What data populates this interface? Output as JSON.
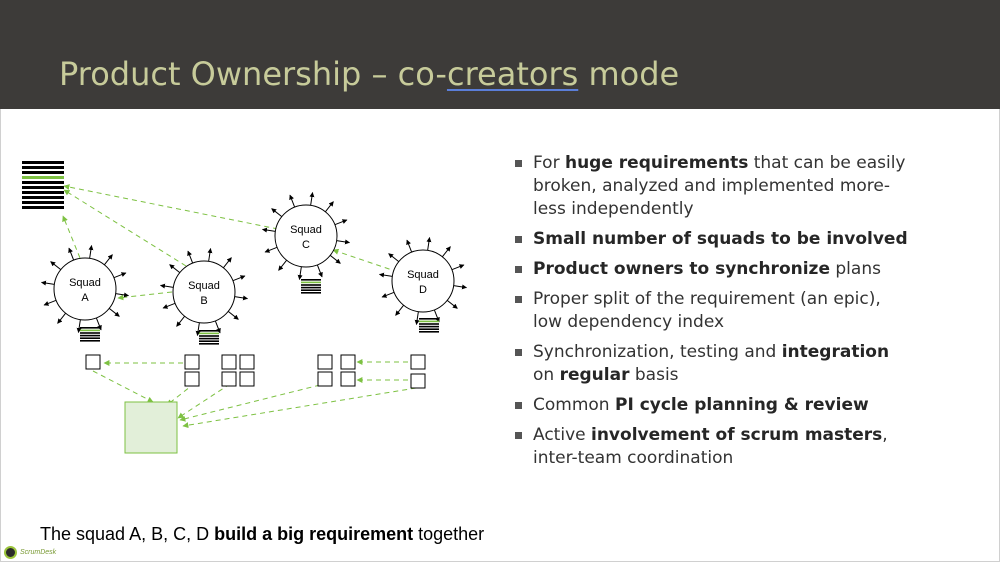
{
  "title": {
    "before": "Product Ownership – co-",
    "underlined": "creators",
    "after": " mode"
  },
  "diagram": {
    "squads": [
      {
        "name": "Squad",
        "letter": "A"
      },
      {
        "name": "Squad",
        "letter": "B"
      },
      {
        "name": "Squad",
        "letter": "C"
      },
      {
        "name": "Squad",
        "letter": "D"
      }
    ],
    "colors": {
      "arrow": "#7dc142",
      "main_box": "#e2efd9",
      "main_box_border": "#7dc142"
    }
  },
  "bullets": [
    [
      {
        "t": "For "
      },
      {
        "t": "huge requirements",
        "b": true
      },
      {
        "t": " that can be easily broken, analyzed and implemented more-less independently"
      }
    ],
    [
      {
        "t": "Small number of squads to be involved",
        "b": true
      }
    ],
    [
      {
        "t": "Product owners to synchronize",
        "b": true
      },
      {
        "t": " plans"
      }
    ],
    [
      {
        "t": "Proper split of the requirement (an epic), low dependency index"
      }
    ],
    [
      {
        "t": "Synchronization, testing and "
      },
      {
        "t": "integration",
        "b": true
      },
      {
        "t": " on "
      },
      {
        "t": "regular",
        "b": true
      },
      {
        "t": " basis"
      }
    ],
    [
      {
        "t": "Common "
      },
      {
        "t": "PI cycle planning & review",
        "b": true
      }
    ],
    [
      {
        "t": "Active "
      },
      {
        "t": "involvement of scrum masters",
        "b": true
      },
      {
        "t": ", inter-team coordination"
      }
    ]
  ],
  "caption": {
    "before": "The squad A, B, C, D ",
    "bold": "build a big requirement",
    "after": " together"
  },
  "logo": {
    "text": "ScrumDesk"
  }
}
